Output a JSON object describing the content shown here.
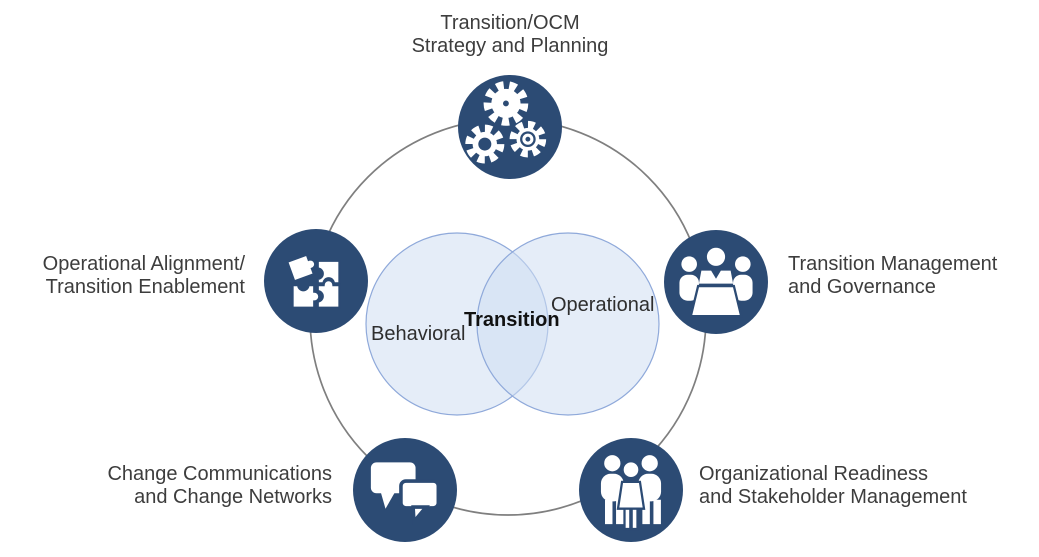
{
  "diagram": {
    "venn": {
      "left_label": "Behavioral",
      "right_label": "Operational",
      "center_label": "Transition"
    },
    "nodes": [
      {
        "id": "strategy",
        "label_line1": "Transition/OCM",
        "label_line2": "Strategy and Planning",
        "icon": "gears-icon"
      },
      {
        "id": "governance",
        "label_line1": "Transition Management",
        "label_line2": "and Governance",
        "icon": "meeting-table-icon"
      },
      {
        "id": "readiness",
        "label_line1": "Organizational Readiness",
        "label_line2": "and Stakeholder Management",
        "icon": "people-group-icon"
      },
      {
        "id": "communications",
        "label_line1": "Change Communications",
        "label_line2": "and Change Networks",
        "icon": "speech-bubbles-icon"
      },
      {
        "id": "alignment",
        "label_line1": "Operational Alignment/",
        "label_line2": "Transition Enablement",
        "icon": "puzzle-icon"
      }
    ],
    "colors": {
      "node_fill": "#2c4b74",
      "icon": "#ffffff",
      "ring_stroke": "#7f7f7f",
      "venn_fill": "#cfdef2",
      "venn_stroke": "#8fa9da",
      "label_text": "#3d3d3d"
    }
  }
}
